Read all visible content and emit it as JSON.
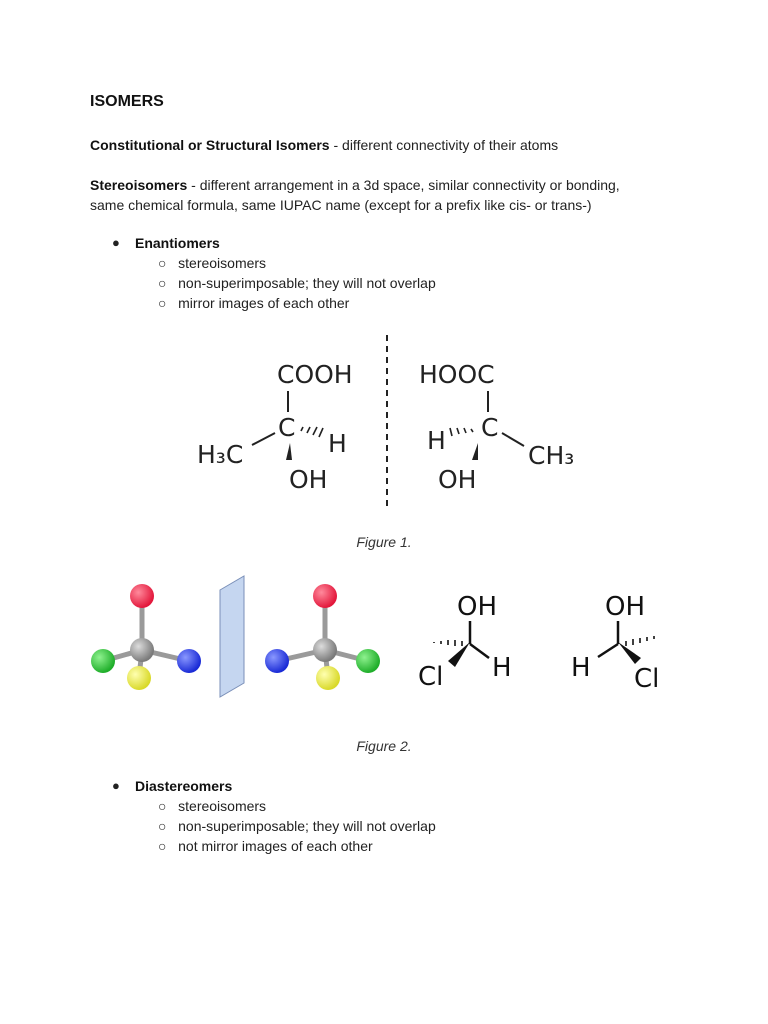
{
  "title": "ISOMERS",
  "constitutional": {
    "term": "Constitutional or Structural Isomers",
    "desc": " - different connectivity of their atoms"
  },
  "stereo": {
    "term": "Stereoisomers",
    "desc_line1": " - different arrangement in a 3d space, similar connectivity or bonding,",
    "desc_line2": "same chemical formula, same IUPAC name (except for a prefix like cis- or trans-)"
  },
  "enantiomers": {
    "label": "Enantiomers",
    "items": [
      "stereoisomers",
      "non-superimposable; they will not overlap",
      "mirror images of each other"
    ]
  },
  "figure1": {
    "caption": "Figure 1.",
    "left": {
      "top": "COOH",
      "center": "C",
      "left": "H₃C",
      "right": "H",
      "bottom": "OH"
    },
    "right": {
      "top": "HOOC",
      "center": "C",
      "left": "H",
      "right": "CH₃",
      "bottom": "OH"
    }
  },
  "figure2": {
    "caption": "Figure 2.",
    "struct_left": {
      "top": "OH",
      "left": "Cl",
      "right": "H"
    },
    "struct_right": {
      "top": "OH",
      "left": "H",
      "right": "Cl"
    },
    "ball_colors": {
      "red": "#e3183c",
      "green": "#1fae2a",
      "blue": "#1a2bd6",
      "yellow": "#e4e43a",
      "gray": "#8a8a8a",
      "mirror": "#c5d6f0"
    }
  },
  "diastereomers": {
    "label": "Diastereomers",
    "items": [
      "stereoisomers",
      "non-superimposable; they will not overlap",
      "not mirror images of each other"
    ]
  }
}
